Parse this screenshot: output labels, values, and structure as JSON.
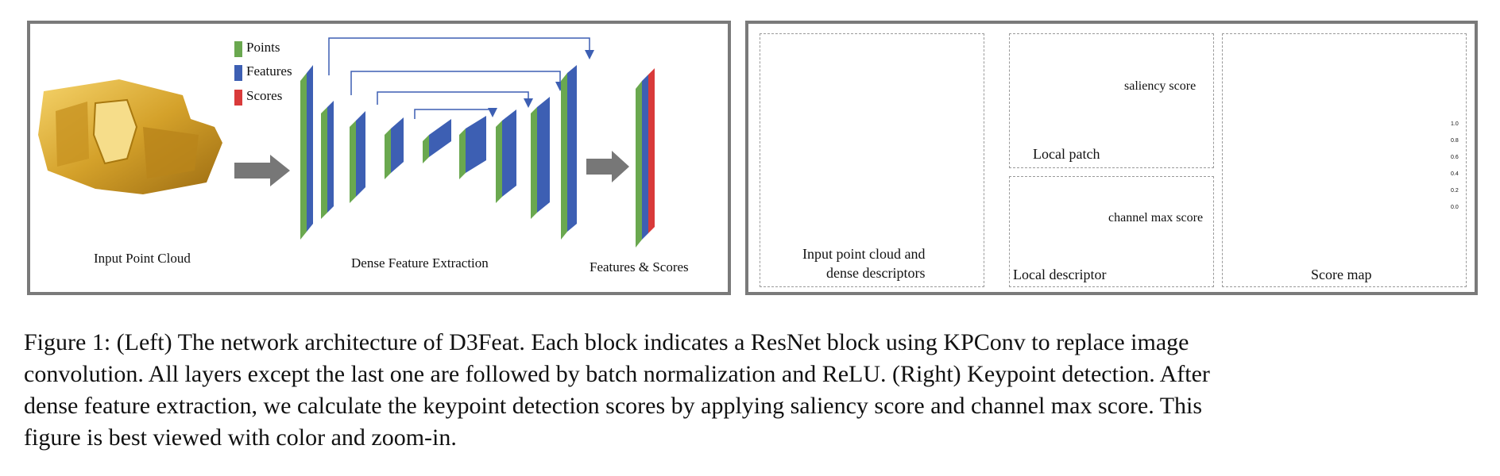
{
  "left_panel": {
    "legend": [
      "Points",
      "Features",
      "Scores"
    ],
    "colors": {
      "points": "#6aa84f",
      "features": "#3d5fb3",
      "scores": "#d93a3a"
    },
    "input_label": "Input Point Cloud",
    "extraction_label": "Dense Feature Extraction",
    "output_label": "Features & Scores"
  },
  "right_panel": {
    "input_label_line1": "Input point cloud and",
    "input_label_line2": "dense descriptors",
    "patch_label": "Local patch",
    "saliency_label": "saliency score",
    "descriptor_label": "Local descriptor",
    "channel_label": "channel max score",
    "scoremap_label": "Score map",
    "colorbar_ticks": [
      "1.0",
      "0.8",
      "0.6",
      "0.4",
      "0.2",
      "0.0"
    ]
  },
  "caption": {
    "line1": "Figure 1: (Left) The network architecture of D3Feat. Each block indicates a ResNet block using KPConv to replace image",
    "line2": "convolution. All layers except the last one are followed by batch normalization and ReLU. (Right) Keypoint detection. After",
    "line3": "dense feature extraction, we calculate the keypoint detection scores by applying saliency score and channel max score. This",
    "line4": "figure is best viewed with color and zoom-in."
  }
}
